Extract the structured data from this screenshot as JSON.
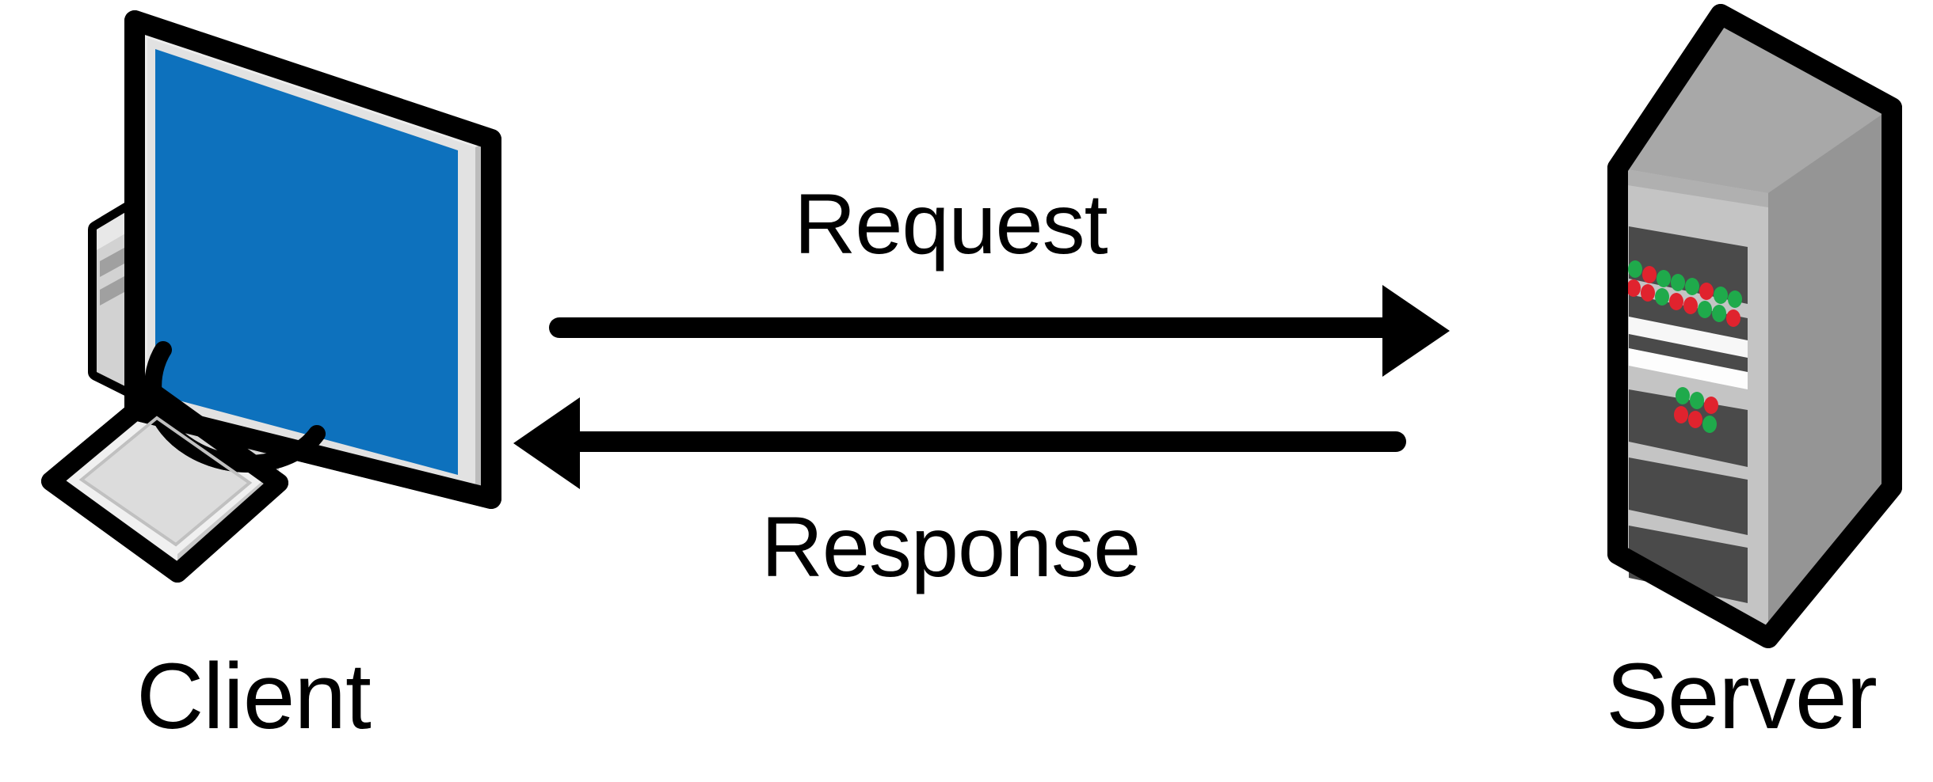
{
  "diagram": {
    "type": "client-server-request-response",
    "background_color": "#ffffff",
    "nodes": [
      {
        "id": "client",
        "label": "Client",
        "icon_name": "desktop-computer-icon",
        "description": "Isometric desktop computer with monitor, tower case, mouse and keyboard",
        "position": "left",
        "screen_color": "#0d71bd",
        "bezel_color": "#ededed",
        "case_color": "#d2d2d2",
        "outline_color": "#000000"
      },
      {
        "id": "server",
        "label": "Server",
        "icon_name": "server-tower-icon",
        "description": "Isometric server rack tower with drive bays and status LEDs",
        "position": "right",
        "body_color": "#9e9e9e",
        "front_color": "#c4c4c4",
        "bay_color": "#4a4a4a",
        "led_green": "#1faa4b",
        "led_red": "#e0232e",
        "outline_color": "#000000"
      }
    ],
    "connectors": [
      {
        "id": "request",
        "label": "Request",
        "label_position": "above",
        "direction": "client-to-server",
        "arrowhead": "right",
        "color": "#000000"
      },
      {
        "id": "response",
        "label": "Response",
        "label_position": "below",
        "direction": "server-to-client",
        "arrowhead": "left",
        "color": "#000000"
      }
    ]
  }
}
